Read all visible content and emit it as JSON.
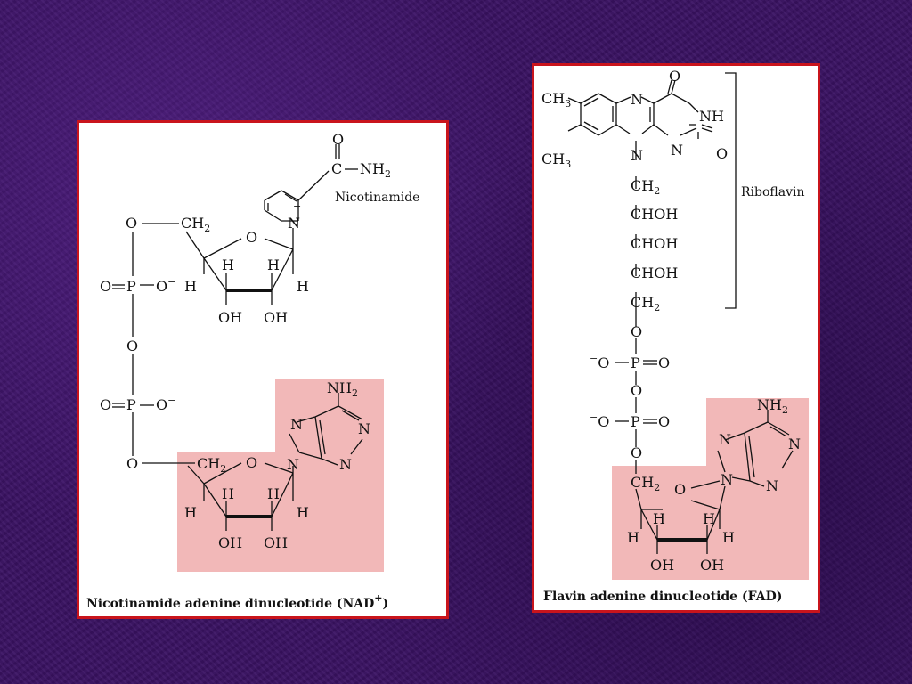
{
  "nad": {
    "caption": "Nicotinamide adenine dinucleotide (NAD",
    "caption_sup": "+",
    "caption_end": ")",
    "nicotinamide_label": "Nicotinamide",
    "carbonyl_O": "O",
    "amide_C": "C",
    "amide_N": "NH",
    "amide_sub": "2",
    "ring_N": "N",
    "plus": "+",
    "O1": "O",
    "CH": "CH",
    "two": "2",
    "ringO": "O",
    "H": "H",
    "OH": "OH",
    "P_O_left": "O",
    "P": "P",
    "O_minus": "O",
    "minus": "−",
    "bridge_O": "O",
    "adenine_NH": "NH",
    "N": "N"
  },
  "fad": {
    "caption": "Flavin adenine dinucleotide (FAD)",
    "riboflavin_label": "Riboflavin",
    "CH": "CH",
    "three": "3",
    "two": "2",
    "N": "N",
    "NH": "NH",
    "O": "O",
    "CHOH": "CHOH",
    "P": "P",
    "minus": "−",
    "H": "H",
    "OH": "OH"
  }
}
